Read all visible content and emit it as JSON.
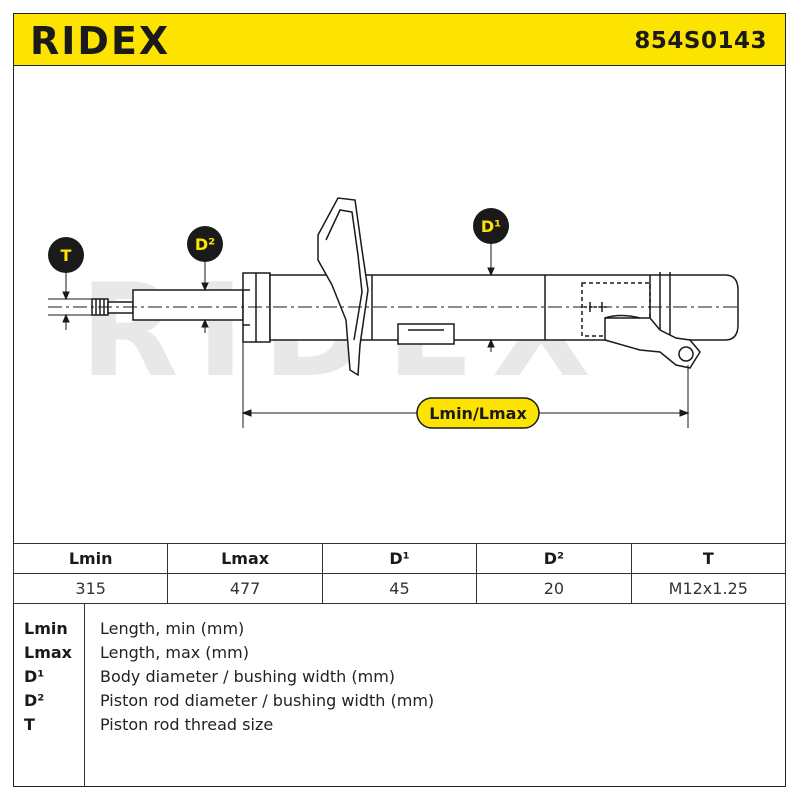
{
  "header": {
    "brand": "RIDEX",
    "part_number": "854S0143"
  },
  "diagram": {
    "watermark": "RIDEX",
    "labels": {
      "T": "T",
      "D2": "D²",
      "D1": "D¹",
      "L": "Lmin/Lmax"
    },
    "colors": {
      "accent": "#fce300",
      "line": "#1a1a1a",
      "watermark": "#e6e6e6"
    }
  },
  "spec_table": {
    "headers": [
      "Lmin",
      "Lmax",
      "D¹",
      "D²",
      "T"
    ],
    "values": [
      "315",
      "477",
      "45",
      "20",
      "M12x1.25"
    ]
  },
  "legend": [
    {
      "key": "Lmin",
      "desc": "Length, min (mm)"
    },
    {
      "key": "Lmax",
      "desc": "Length, max (mm)"
    },
    {
      "key": "D¹",
      "desc": "Body diameter / bushing width (mm)"
    },
    {
      "key": "D²",
      "desc": "Piston rod diameter / bushing width (mm)"
    },
    {
      "key": "T",
      "desc": "Piston rod thread size"
    }
  ]
}
